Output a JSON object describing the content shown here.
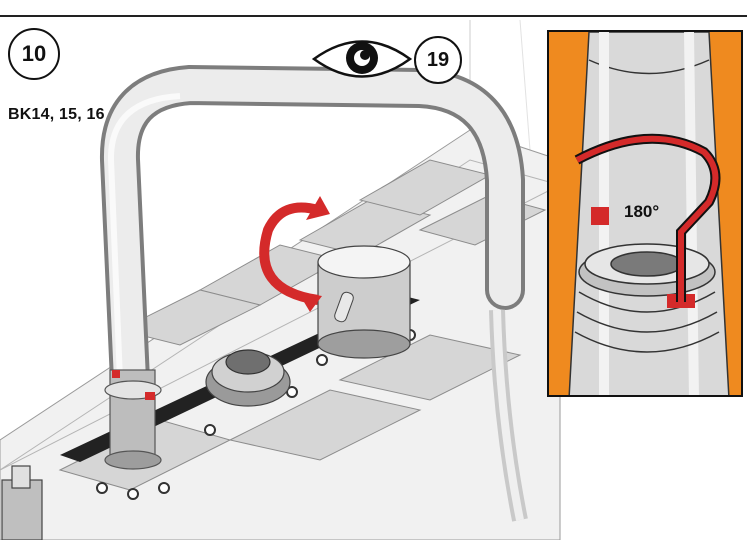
{
  "step": {
    "number": "10"
  },
  "reference": {
    "number": "19",
    "icon": "eye-icon"
  },
  "models": {
    "label": "BK14, 15, 16"
  },
  "detail": {
    "angle_label": "180°"
  },
  "colors": {
    "inset_background": "#ef8a1f",
    "rotation_arrow": "#d42a2a"
  }
}
